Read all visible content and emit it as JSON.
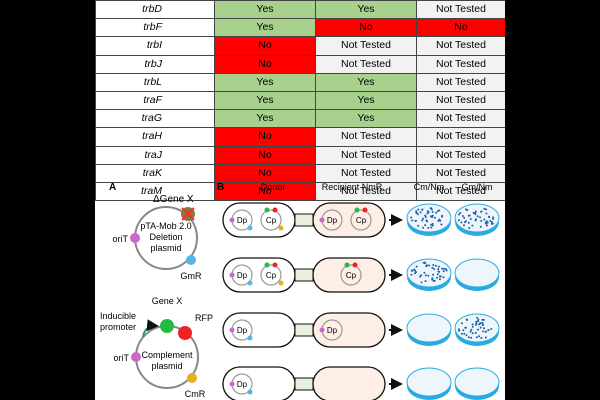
{
  "table": {
    "rows": [
      {
        "gene": "trbD",
        "c1": "Yes",
        "c2": "Yes",
        "c3": "Not Tested"
      },
      {
        "gene": "trbF",
        "c1": "Yes",
        "c2": "No",
        "c3": "No"
      },
      {
        "gene": "trbI",
        "c1": "No",
        "c2": "Not Tested",
        "c3": "Not Tested"
      },
      {
        "gene": "trbJ",
        "c1": "No",
        "c2": "Not Tested",
        "c3": "Not Tested"
      },
      {
        "gene": "trbL",
        "c1": "Yes",
        "c2": "Yes",
        "c3": "Not Tested"
      },
      {
        "gene": "traF",
        "c1": "Yes",
        "c2": "Yes",
        "c3": "Not Tested"
      },
      {
        "gene": "traG",
        "c1": "Yes",
        "c2": "Yes",
        "c3": "Not Tested"
      },
      {
        "gene": "traH",
        "c1": "No",
        "c2": "Not Tested",
        "c3": "Not Tested"
      },
      {
        "gene": "traJ",
        "c1": "No",
        "c2": "Not Tested",
        "c3": "Not Tested"
      },
      {
        "gene": "traK",
        "c1": "No",
        "c2": "Not Tested",
        "c3": "Not Tested"
      },
      {
        "gene": "traM",
        "c1": "No",
        "c2": "Not Tested",
        "c3": "Not Tested"
      }
    ]
  },
  "panel_a": {
    "letter": "A",
    "deletion_title": "ΔGene X",
    "deletion_label_1": "pTA-Mob 2.0",
    "deletion_label_2": "Deletion",
    "deletion_label_3": "plasmid",
    "oriT": "oriT",
    "gmr": "GmR",
    "gene_x": "Gene X",
    "inducible_1": "Inducible",
    "inducible_2": "promoter",
    "rfp": "RFP",
    "complement_1": "Complement",
    "complement_2": "plasmid",
    "cmr": "CmR"
  },
  "panel_b": {
    "letter": "B",
    "donor": "Donor",
    "recipient": "Recipient NmR",
    "plate_col1": "Cm/Nm",
    "plate_col2": "Gm/Nm",
    "dp": "Dp",
    "cp": "Cp"
  },
  "colors": {
    "yes": "#a9d18e",
    "no": "#ff0000",
    "not_tested": "#f2f2f2",
    "plate_rim": "#29abe2",
    "colony": "#1f5fa8",
    "orit": "#cc66cc",
    "gmr": "#5ab4e8",
    "cmr": "#e8b020",
    "gene_x": "#22bb44",
    "rfp": "#ee2222"
  }
}
